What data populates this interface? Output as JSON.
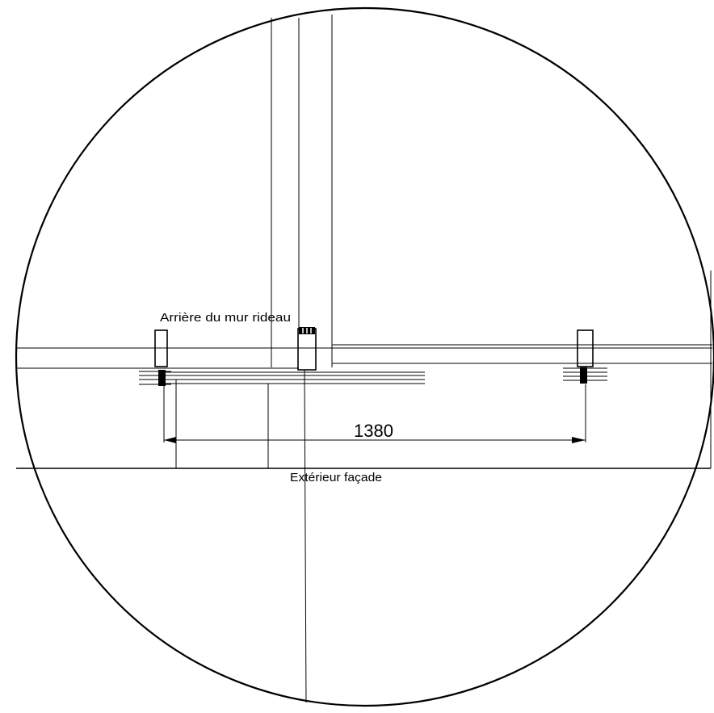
{
  "labels": {
    "back_of_curtain_wall": "Arrière du mur rideau",
    "exterior_facade": "Extérieur façade",
    "dimension": "1380"
  },
  "colors": {
    "line": "#000000",
    "background": "#ffffff"
  }
}
